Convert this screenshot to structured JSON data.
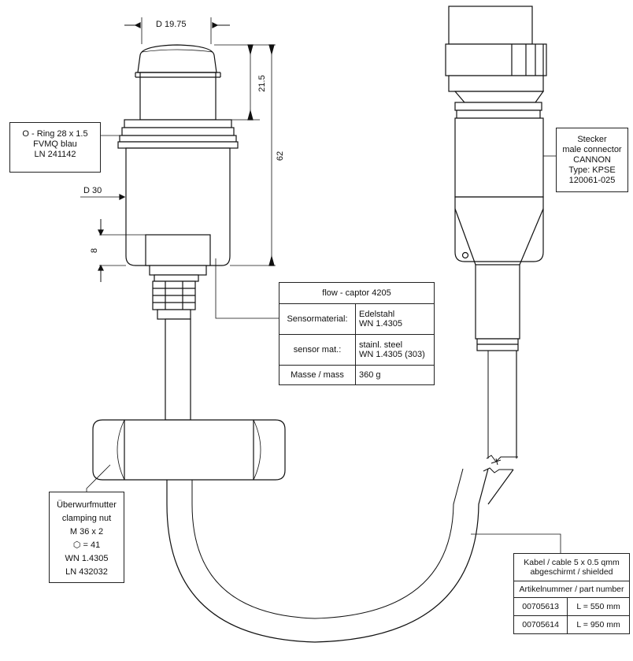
{
  "dimensions": {
    "d_top": "D 19.75",
    "d_body": "D 30",
    "h_cap": "21.5",
    "h_total": "62",
    "h_hex": "8"
  },
  "oring": [
    "O - Ring  28 x 1.5",
    "FVMQ  blau",
    "LN 241142"
  ],
  "connector": [
    "Stecker",
    "male connector",
    "CANNON",
    "Type:  KPSE",
    "120061-025"
  ],
  "spec_table": {
    "title": "flow - captor  4205",
    "rows": [
      {
        "label": "Sensormaterial:",
        "value_1": "Edelstahl",
        "value_2": "WN 1.4305"
      },
      {
        "label": "sensor mat.:",
        "value_1": "stainl.  steel",
        "value_2": "WN 1.4305  (303)"
      },
      {
        "label": "Masse / mass",
        "value_1": "360 g",
        "value_2": ""
      }
    ]
  },
  "nut": [
    "Überwurfmutter",
    "clamping nut",
    "M 36 x 2",
    "⬡ = 41",
    "WN 1.4305",
    "LN 432032"
  ],
  "cable": {
    "line_1": "Kabel  /  cable  5 x 0.5 qmm",
    "line_2": "abgeschirmt / shielded",
    "header": "Artikelnummer / part number",
    "parts": [
      {
        "number": "00705613",
        "length": "L = 550 mm"
      },
      {
        "number": "00705614",
        "length": "L = 950 mm"
      }
    ]
  }
}
